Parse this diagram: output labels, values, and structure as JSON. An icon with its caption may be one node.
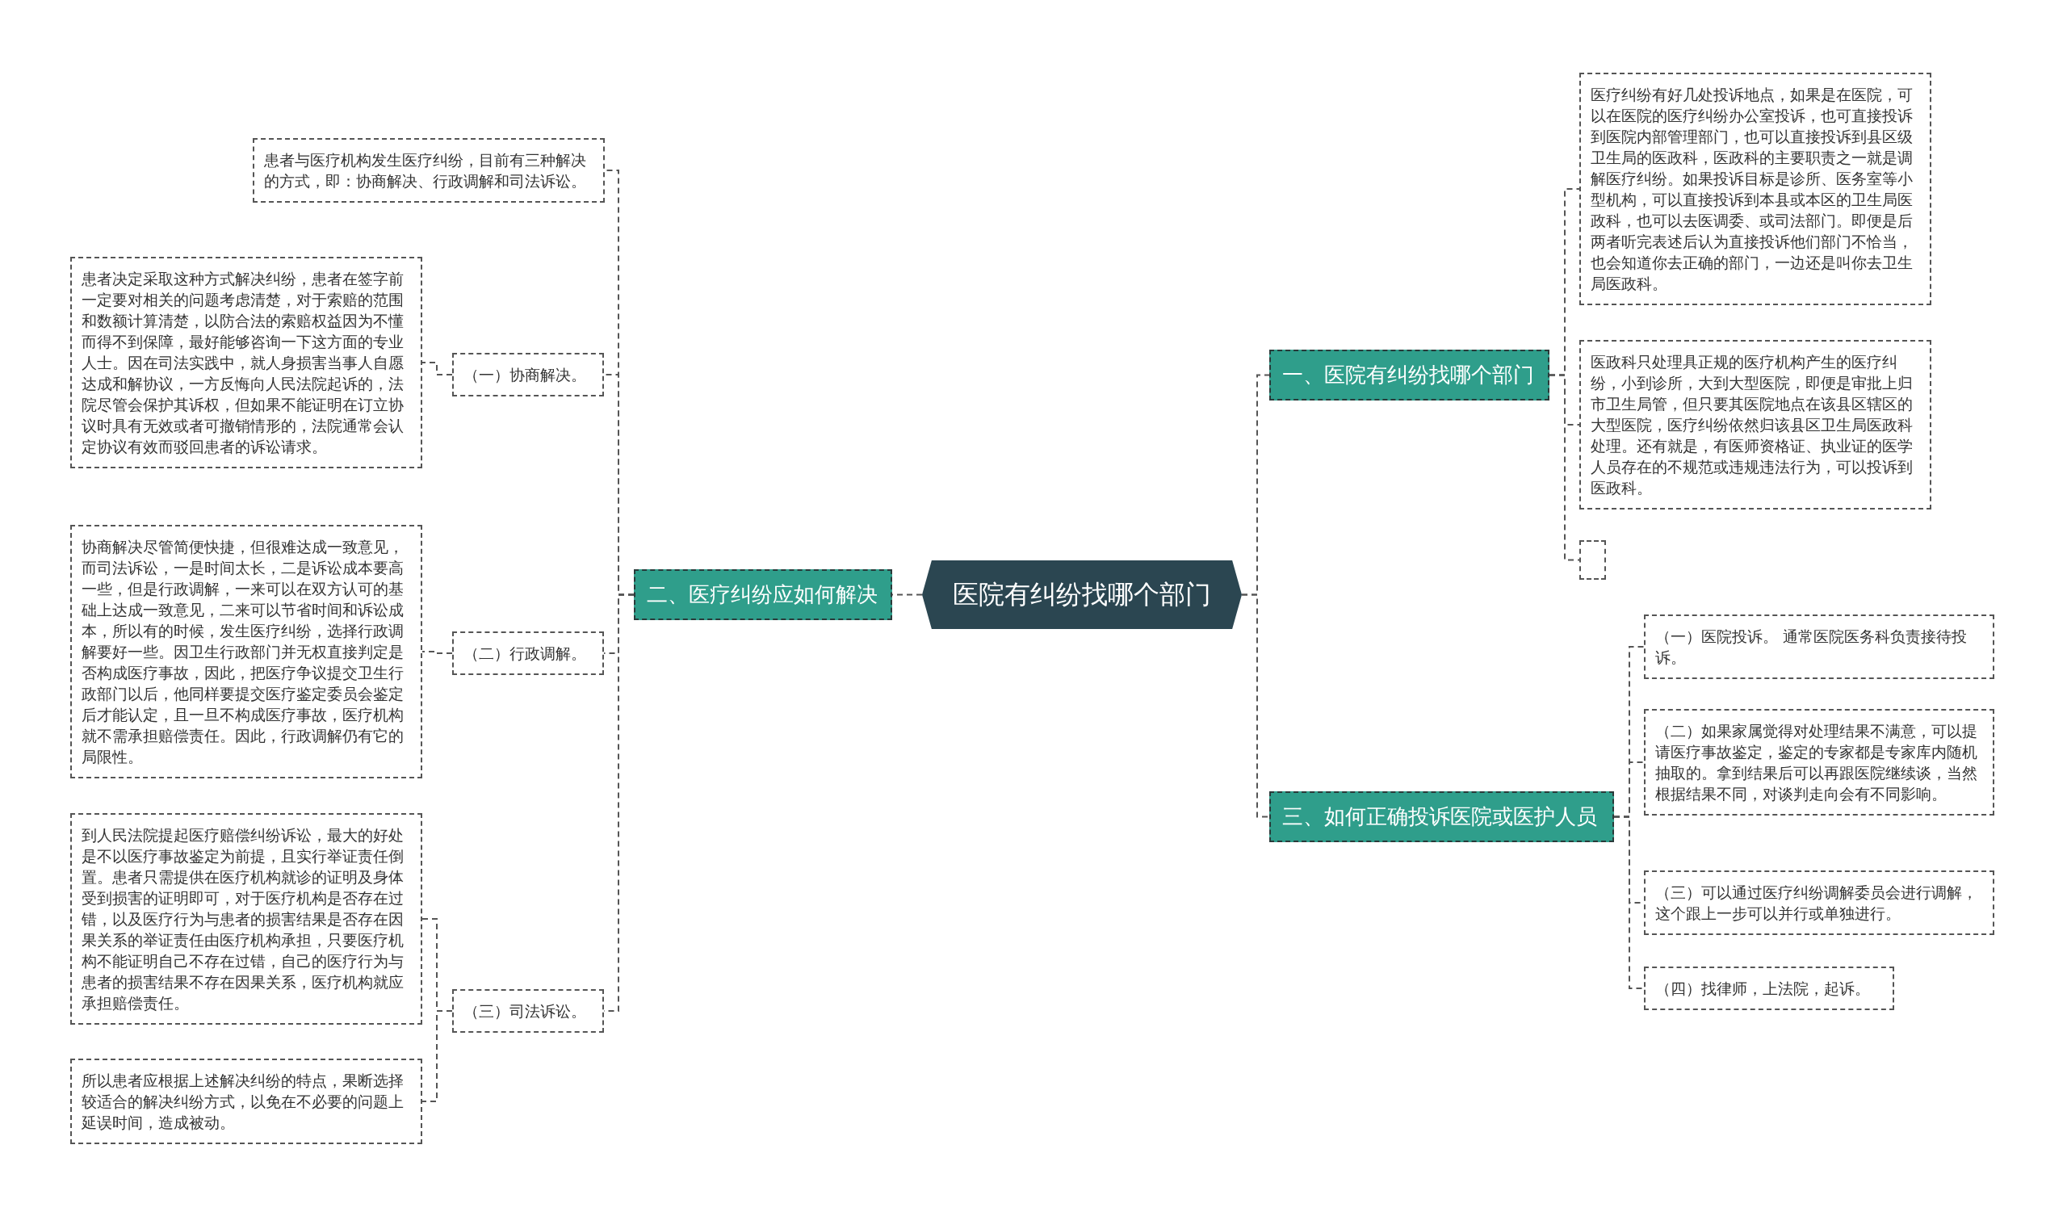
{
  "diagram": {
    "nodes": [
      {
        "text": [
          "医院有纠纷找哪个部门"
        ]
      },
      {
        "text": [
          "一、医院有纠纷找哪个部门"
        ]
      },
      {
        "text": [
          "医疗纠纷有好几处投诉地点，如果是在医院，可以在医院的医疗纠纷办公室投诉，也可直接投诉到医院内部管理部门，也可以直接投诉到县区级卫生局的医政科，医政科的主要职责之一就是调解医疗纠纷。如果投诉目标是诊所、医务室等小型机构，可以直接投诉到本县或本区的卫生局医政科，也可以去医调委、或司法部门。即便是后两者听完表述后认为直接投诉他们部门不恰当，也会知道你去正确的部门，一边还是叫你去卫生局医政科。"
        ]
      },
      {
        "text": [
          "医政科只处理具正规的医疗机构产生的医疗纠纷，小到诊所，大到大型医院，即便是审批上归市卫生局管，但只要其医院地点在该县区辖区的大型医院，医疗纠纷依然归该县区卫生局医政科处理。还有就是，有医师资格证、执业证的医学人员存在的不规范或违规违法行为，可以投诉到医政科。"
        ]
      },
      {
        "text": [],
        "shape": "box"
      },
      {
        "text": [
          "二、医疗纠纷应如何解决"
        ]
      },
      {
        "text": [
          "患者与医疗机构发生医疗纠纷，目前有三种解决的方式，即：协商解决、行政调解和司法诉讼。"
        ]
      },
      {
        "text": [
          "（一）协商解决。"
        ]
      },
      {
        "text": [
          "患者决定采取这种方式解决纠纷，患者在签字前一定要对相关的问题考虑清楚，对于索赔的范围和数额计算清楚，以防合法的索赔权益因为不懂而得不到保障，最好能够咨询一下这方面的专业人士。因在司法实践中，就人身损害当事人自愿达成和解协议，一方反悔向人民法院起诉的，法院尽管会保护其诉权，但如果不能证明在订立协议时具有无效或者可撤销情形的，法院通常会认定协议有效而驳回患者的诉讼请求。"
        ]
      },
      {
        "text": [
          "（二）行政调解。"
        ]
      },
      {
        "text": [
          "协商解决尽管简便快捷，但很难达成一致意见，而司法诉讼，一是时间太长，二是诉讼成本要高一些，但是行政调解，一来可以在双方认可的基础上达成一致意见，二来可以节省时间和诉讼成本，所以有的时候，发生医疗纠纷，选择行政调解要好一些。因卫生行政部门并无权直接判定是否构成医疗事故，因此，把医疗争议提交卫生行政部门以后，他同样要提交医疗鉴定委员会鉴定后才能认定，且一旦不构成医疗事故，医疗机构就不需承担赔偿责任。因此，行政调解仍有它的局限性。"
        ]
      },
      {
        "text": [
          "（三）司法诉讼。"
        ]
      },
      {
        "text": [
          "到人民法院提起医疗赔偿纠纷诉讼，最大的好处是不以医疗事故鉴定为前提，且实行举证责任倒置。患者只需提供在医疗机构就诊的证明及身体受到损害的证明即可，对于医疗机构是否存在过错，以及医疗行为与患者的损害结果是否存在因果关系的举证责任由医疗机构承担，只要医疗机构不能证明自己不存在过错，自己的医疗行为与患者的损害结果不存在因果关系，医疗机构就应承担赔偿责任。"
        ]
      },
      {
        "text": [
          "所以患者应根据上述解决纠纷的特点，果断选择较适合的解决纠纷方式，以免在不必要的问题上延误时间，造成被动。"
        ]
      },
      {
        "text": [
          "三、如何正确投诉医院或医护人员"
        ]
      },
      {
        "text": [
          "（一）医院投诉。 通常医院医务科负责接待投诉。"
        ]
      },
      {
        "text": [
          "（二）如果家属觉得对处理结果不满意，可以提请医疗事故鉴定，鉴定的专家都是专家库内随机抽取的。拿到结果后可以再跟医院继续谈，当然根据结果不同，对谈判走向会有不同影响。"
        ]
      },
      {
        "text": [
          "（三）可以通过医疗纠纷调解委员会进行调解，这个跟上一步可以并行或单独进行。"
        ]
      },
      {
        "text": [
          "（四）找律师，上法院，起诉。"
        ]
      }
    ],
    "edges": [
      {
        "from": 0,
        "to": 1,
        "arrow": "none"
      },
      {
        "from": 1,
        "to": 2,
        "arrow": "none"
      },
      {
        "from": 1,
        "to": 3,
        "arrow": "none"
      },
      {
        "from": 1,
        "to": 4,
        "arrow": "none"
      },
      {
        "from": 0,
        "to": 5,
        "arrow": "none"
      },
      {
        "from": 5,
        "to": 6,
        "arrow": "none"
      },
      {
        "from": 5,
        "to": 7,
        "arrow": "none"
      },
      {
        "from": 7,
        "to": 8,
        "arrow": "none"
      },
      {
        "from": 5,
        "to": 9,
        "arrow": "none"
      },
      {
        "from": 9,
        "to": 10,
        "arrow": "none"
      },
      {
        "from": 5,
        "to": 11,
        "arrow": "none"
      },
      {
        "from": 11,
        "to": 12,
        "arrow": "none"
      },
      {
        "from": 11,
        "to": 13,
        "arrow": "none"
      },
      {
        "from": 0,
        "to": 14,
        "arrow": "none"
      },
      {
        "from": 14,
        "to": 15,
        "arrow": "none"
      },
      {
        "from": 14,
        "to": 16,
        "arrow": "none"
      },
      {
        "from": 14,
        "to": 17,
        "arrow": "none"
      },
      {
        "from": 14,
        "to": 18,
        "arrow": "none"
      }
    ]
  }
}
